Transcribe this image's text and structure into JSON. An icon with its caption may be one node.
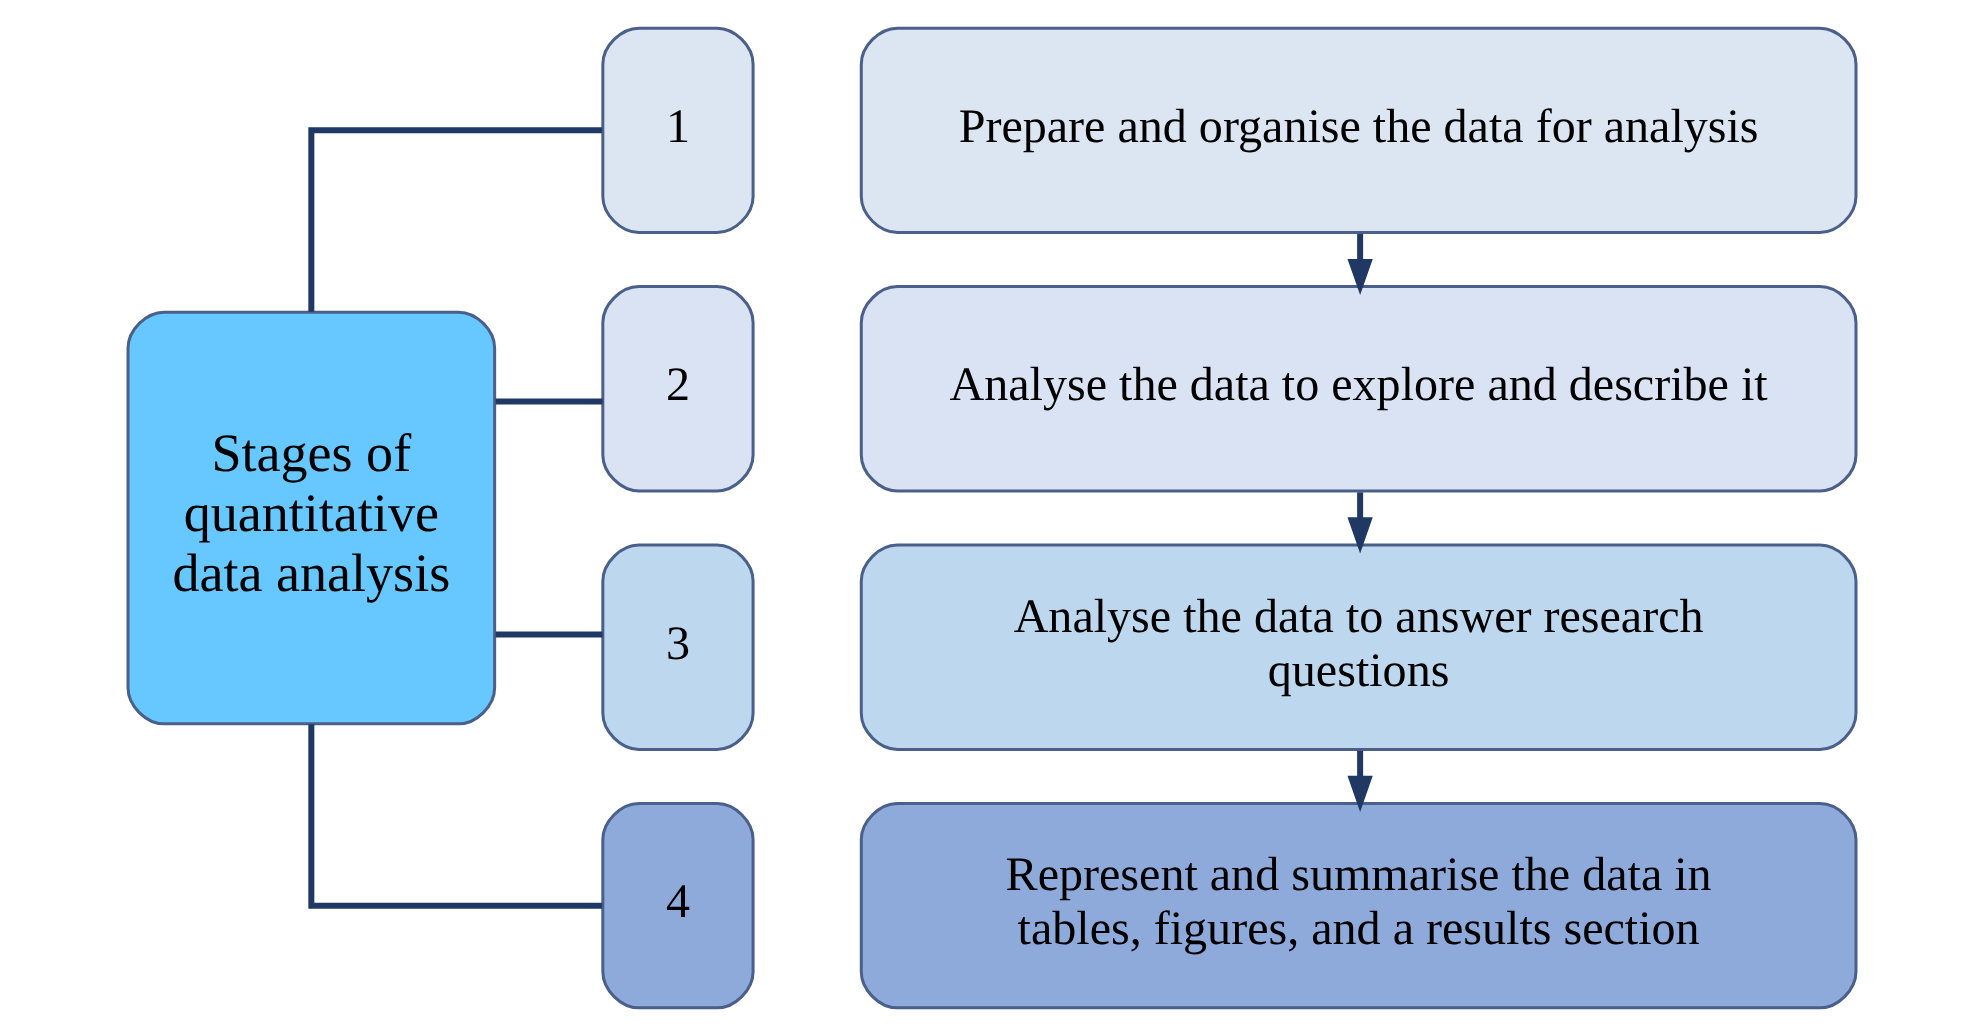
{
  "diagram": {
    "nodes": [
      {
        "text": [
          "Stages of quantitative data analysis"
        ]
      },
      {
        "text": [
          "1"
        ]
      },
      {
        "text": [
          "Prepare and organise the data for analysis"
        ]
      },
      {
        "text": [
          "2"
        ]
      },
      {
        "text": [
          "Analyse the data to explore and describe it"
        ]
      },
      {
        "text": [
          "3"
        ]
      },
      {
        "text": [
          "Analyse the data to answer research questions"
        ]
      },
      {
        "text": [
          "4"
        ]
      },
      {
        "text": [
          "Represent and summarise the data in tables, figures, and a results section"
        ]
      }
    ],
    "edges": [
      {
        "from": 0,
        "to": 1,
        "arrow": "none"
      },
      {
        "from": 0,
        "to": 3,
        "arrow": "none"
      },
      {
        "from": 0,
        "to": 5,
        "arrow": "none"
      },
      {
        "from": 0,
        "to": 7,
        "arrow": "none"
      },
      {
        "from": 2,
        "to": 4,
        "arrow": "to"
      },
      {
        "from": 4,
        "to": 6,
        "arrow": "to"
      },
      {
        "from": 6,
        "to": 8,
        "arrow": "to"
      }
    ]
  }
}
